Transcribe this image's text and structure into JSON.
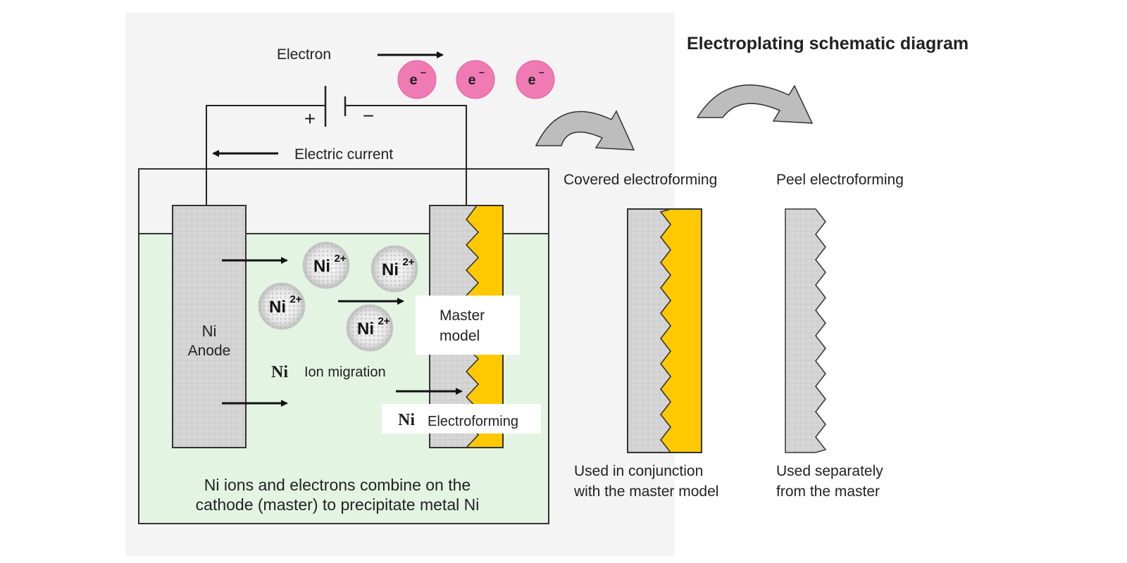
{
  "title": "Electroplating schematic diagram",
  "labels": {
    "electron": "Electron",
    "electric_current": "Electric current",
    "plus": "+",
    "minus": "−",
    "anode_symbol": "Ni",
    "anode": "Anode",
    "master_line1": "Master",
    "master_line2": "model",
    "ion_migration_symbol": "Ni",
    "ion_migration": "Ion migration",
    "electroforming_symbol": "Ni",
    "electroforming": "Electroforming",
    "bottom_line1": "Ni ions and electrons combine on the",
    "bottom_line2": "cathode (master) to precipitate metal Ni"
  },
  "electrons": [
    {
      "symbol": "e",
      "charge": "−"
    },
    {
      "symbol": "e",
      "charge": "−"
    },
    {
      "symbol": "e",
      "charge": "−"
    }
  ],
  "ions": [
    {
      "symbol": "Ni",
      "charge": "2+"
    },
    {
      "symbol": "Ni",
      "charge": "2+"
    },
    {
      "symbol": "Ni",
      "charge": "2+"
    },
    {
      "symbol": "Ni",
      "charge": "2+"
    }
  ],
  "results": {
    "covered": {
      "title": "Covered electroforming",
      "caption_line1": "Used in conjunction",
      "caption_line2": "with the master model"
    },
    "peel": {
      "title": "Peel electroforming",
      "caption_line1": "Used separately",
      "caption_line2": "from the master"
    }
  },
  "colors": {
    "solution": "#e3f4e3",
    "electrode_gray": "#d4d4d4",
    "nickel_yellow": "#ffc800",
    "electron_pink": "#f07ab4",
    "curved_arrow_gray": "#bdbdbd"
  }
}
